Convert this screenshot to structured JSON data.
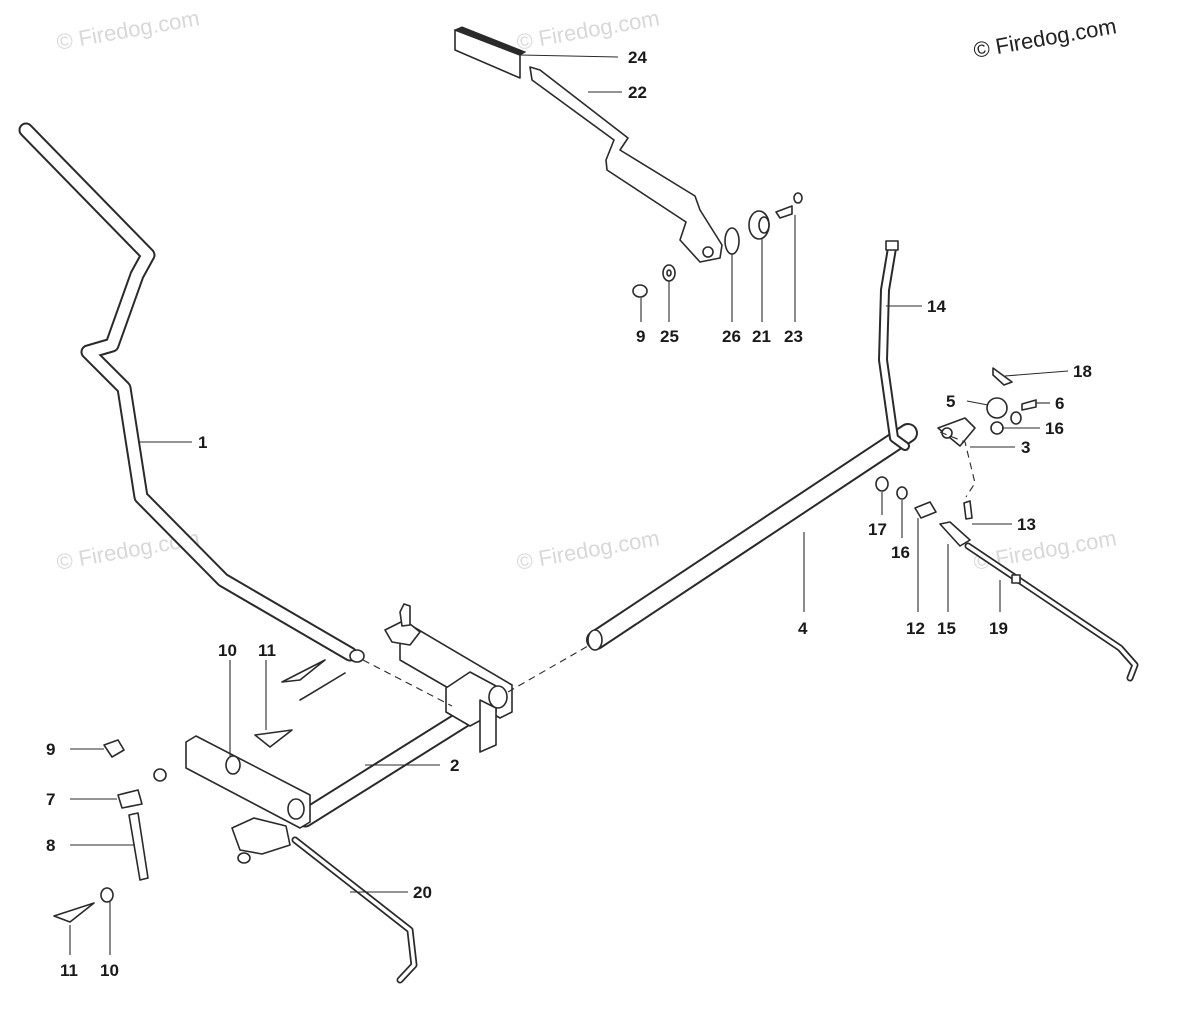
{
  "copyright": "© Firedog.com",
  "watermark": "© Firedog.com",
  "callouts": [
    {
      "id": "c24",
      "label": "24"
    },
    {
      "id": "c22",
      "label": "22"
    },
    {
      "id": "c1",
      "label": "1"
    },
    {
      "id": "c9a",
      "label": "9"
    },
    {
      "id": "c25",
      "label": "25"
    },
    {
      "id": "c26",
      "label": "26"
    },
    {
      "id": "c21",
      "label": "21"
    },
    {
      "id": "c23",
      "label": "23"
    },
    {
      "id": "c14",
      "label": "14"
    },
    {
      "id": "c18",
      "label": "18"
    },
    {
      "id": "c5",
      "label": "5"
    },
    {
      "id": "c6",
      "label": "6"
    },
    {
      "id": "c16a",
      "label": "16"
    },
    {
      "id": "c3",
      "label": "3"
    },
    {
      "id": "c13",
      "label": "13"
    },
    {
      "id": "c17",
      "label": "17"
    },
    {
      "id": "c16b",
      "label": "16"
    },
    {
      "id": "c4",
      "label": "4"
    },
    {
      "id": "c12",
      "label": "12"
    },
    {
      "id": "c15",
      "label": "15"
    },
    {
      "id": "c19",
      "label": "19"
    },
    {
      "id": "c10a",
      "label": "10"
    },
    {
      "id": "c11a",
      "label": "11"
    },
    {
      "id": "c9b",
      "label": "9"
    },
    {
      "id": "c7",
      "label": "7"
    },
    {
      "id": "c2",
      "label": "2"
    },
    {
      "id": "c8",
      "label": "8"
    },
    {
      "id": "c20",
      "label": "20"
    },
    {
      "id": "c11b",
      "label": "11"
    },
    {
      "id": "c10b",
      "label": "10"
    }
  ]
}
